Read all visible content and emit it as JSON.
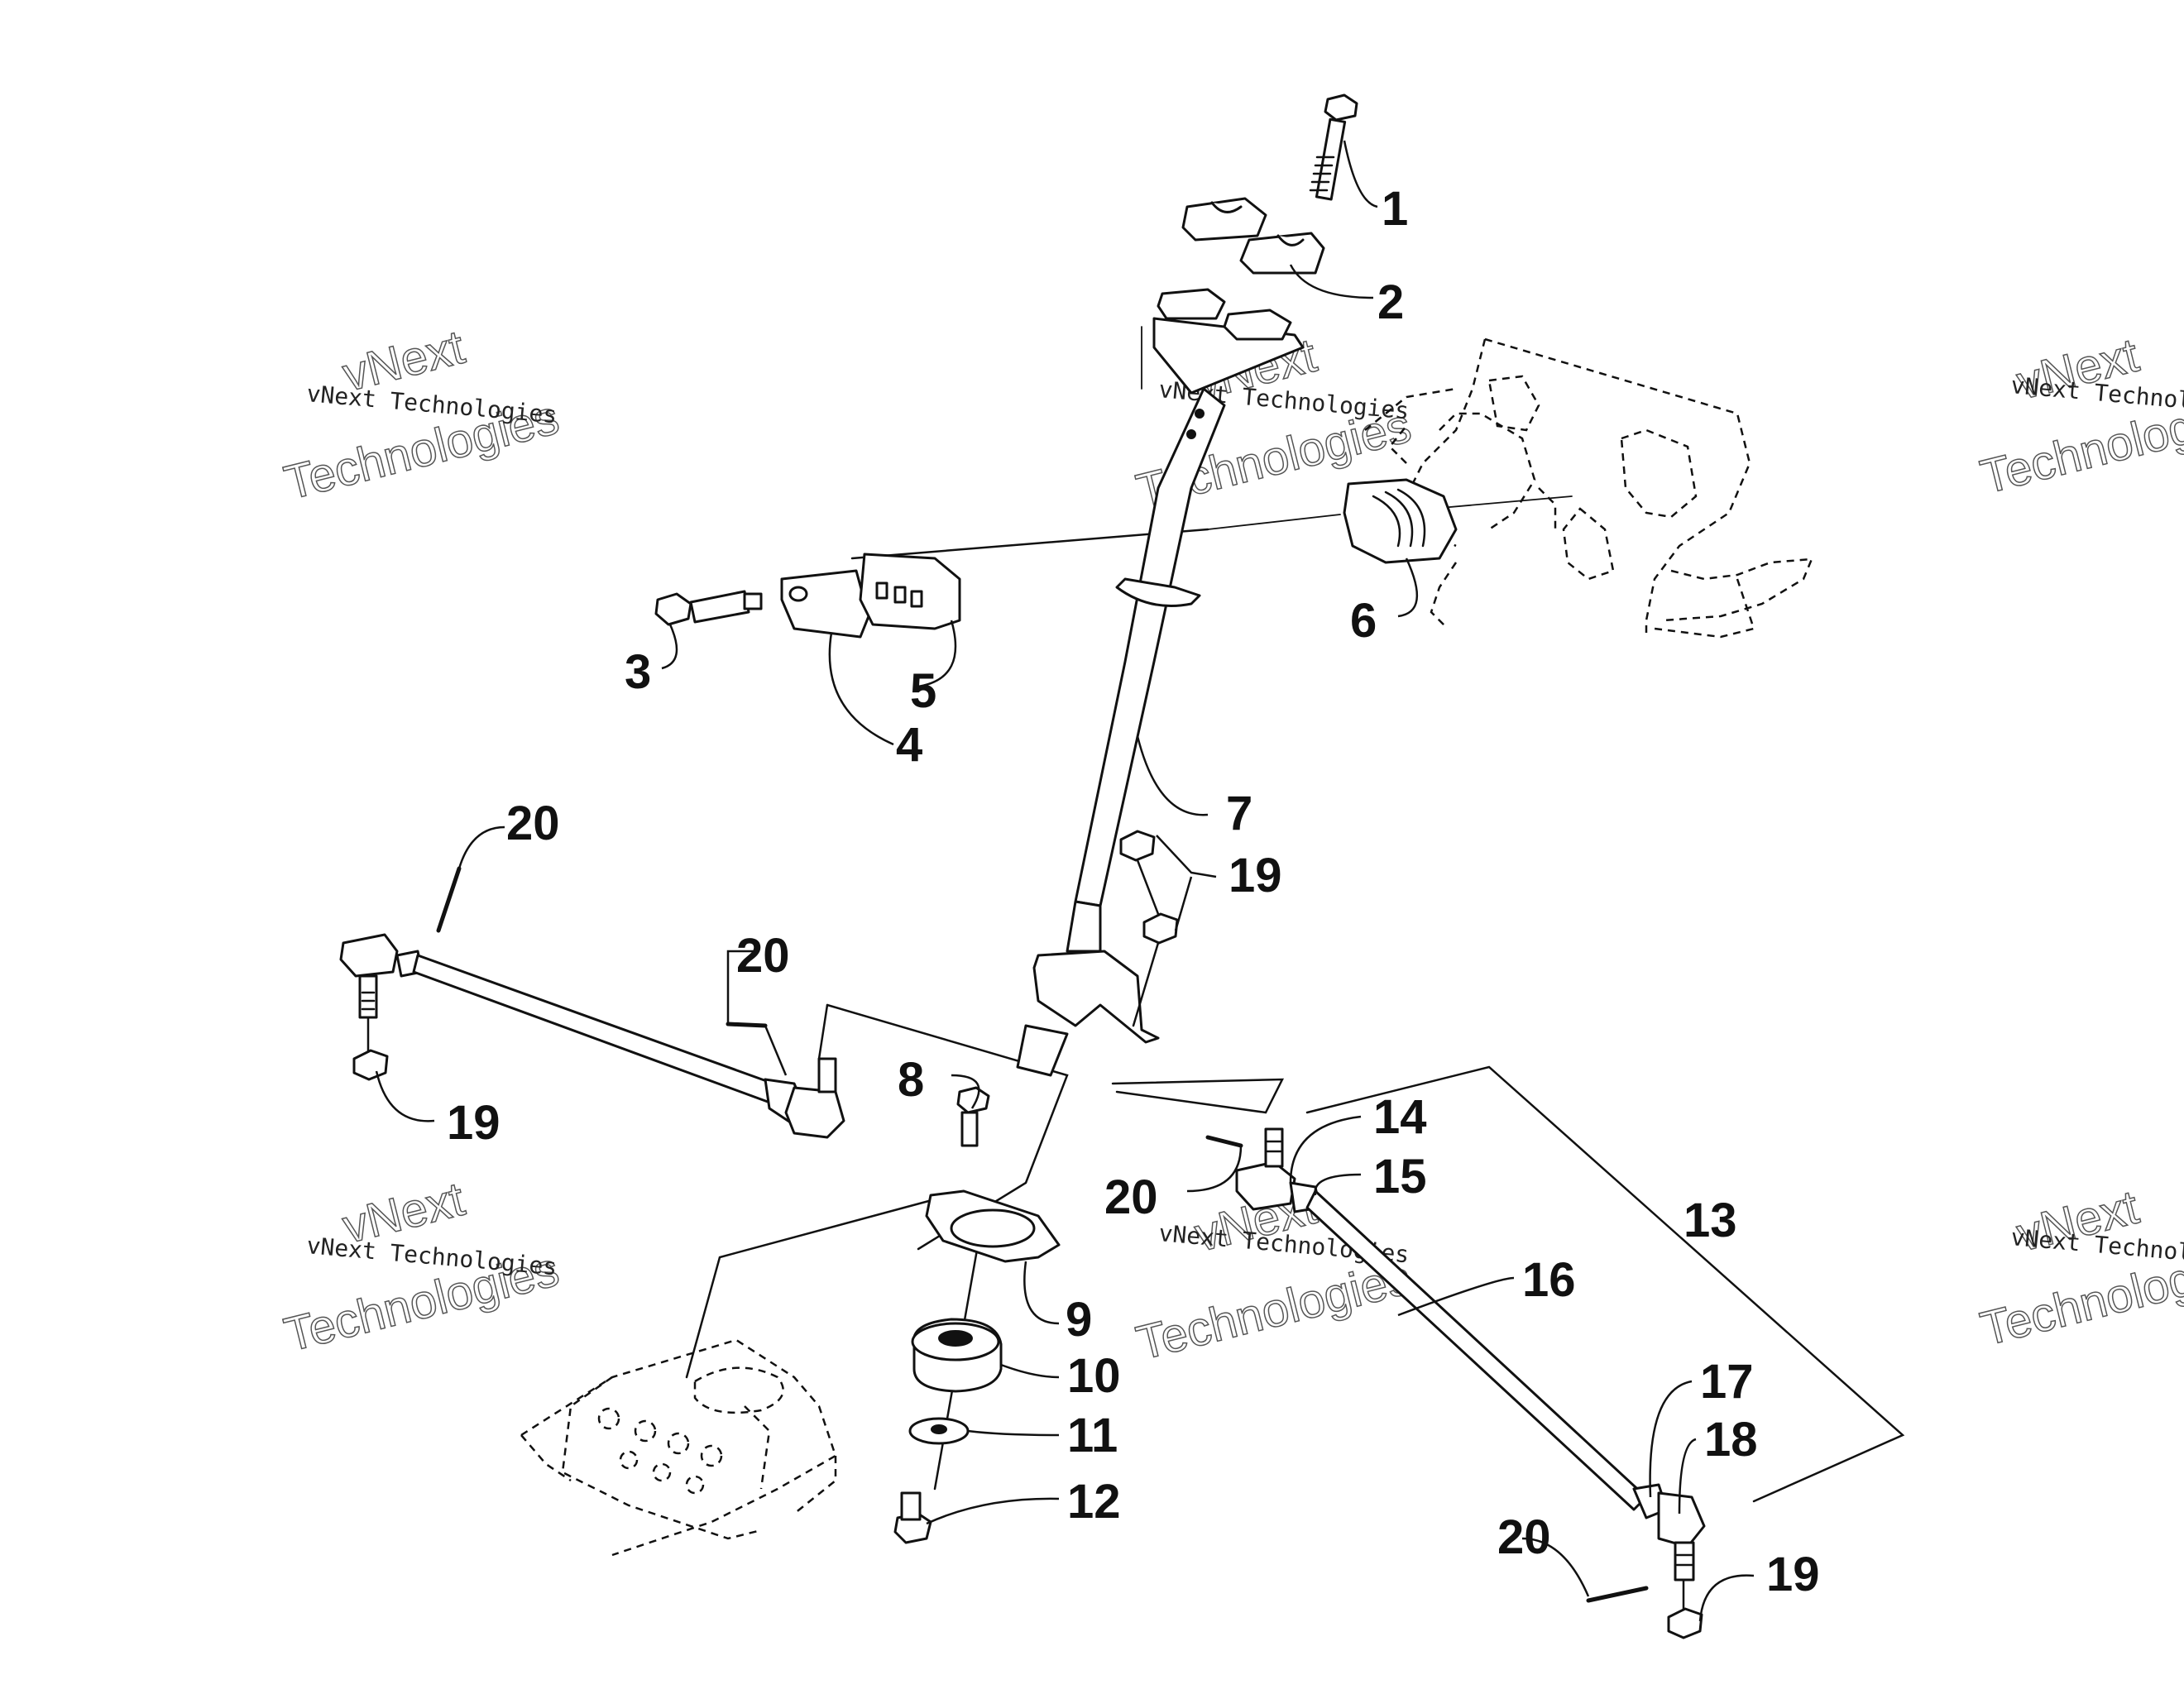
{
  "watermark": {
    "line1": "vNext",
    "line2": "vNext Technologies",
    "line3": "Technologies"
  },
  "callouts": [
    {
      "id": "c1",
      "label": "1"
    },
    {
      "id": "c2",
      "label": "2"
    },
    {
      "id": "c3",
      "label": "3"
    },
    {
      "id": "c4",
      "label": "4"
    },
    {
      "id": "c5",
      "label": "5"
    },
    {
      "id": "c6",
      "label": "6"
    },
    {
      "id": "c7",
      "label": "7"
    },
    {
      "id": "c8",
      "label": "8"
    },
    {
      "id": "c9",
      "label": "9"
    },
    {
      "id": "c10",
      "label": "10"
    },
    {
      "id": "c11",
      "label": "11"
    },
    {
      "id": "c12",
      "label": "12"
    },
    {
      "id": "c13",
      "label": "13"
    },
    {
      "id": "c14",
      "label": "14"
    },
    {
      "id": "c15",
      "label": "15"
    },
    {
      "id": "c16",
      "label": "16"
    },
    {
      "id": "c17",
      "label": "17"
    },
    {
      "id": "c18",
      "label": "18"
    },
    {
      "id": "c19a",
      "label": "19"
    },
    {
      "id": "c19b",
      "label": "19"
    },
    {
      "id": "c19c",
      "label": "19"
    },
    {
      "id": "c20a",
      "label": "20"
    },
    {
      "id": "c20b",
      "label": "20"
    },
    {
      "id": "c20c",
      "label": "20"
    },
    {
      "id": "c20d",
      "label": "20"
    }
  ]
}
